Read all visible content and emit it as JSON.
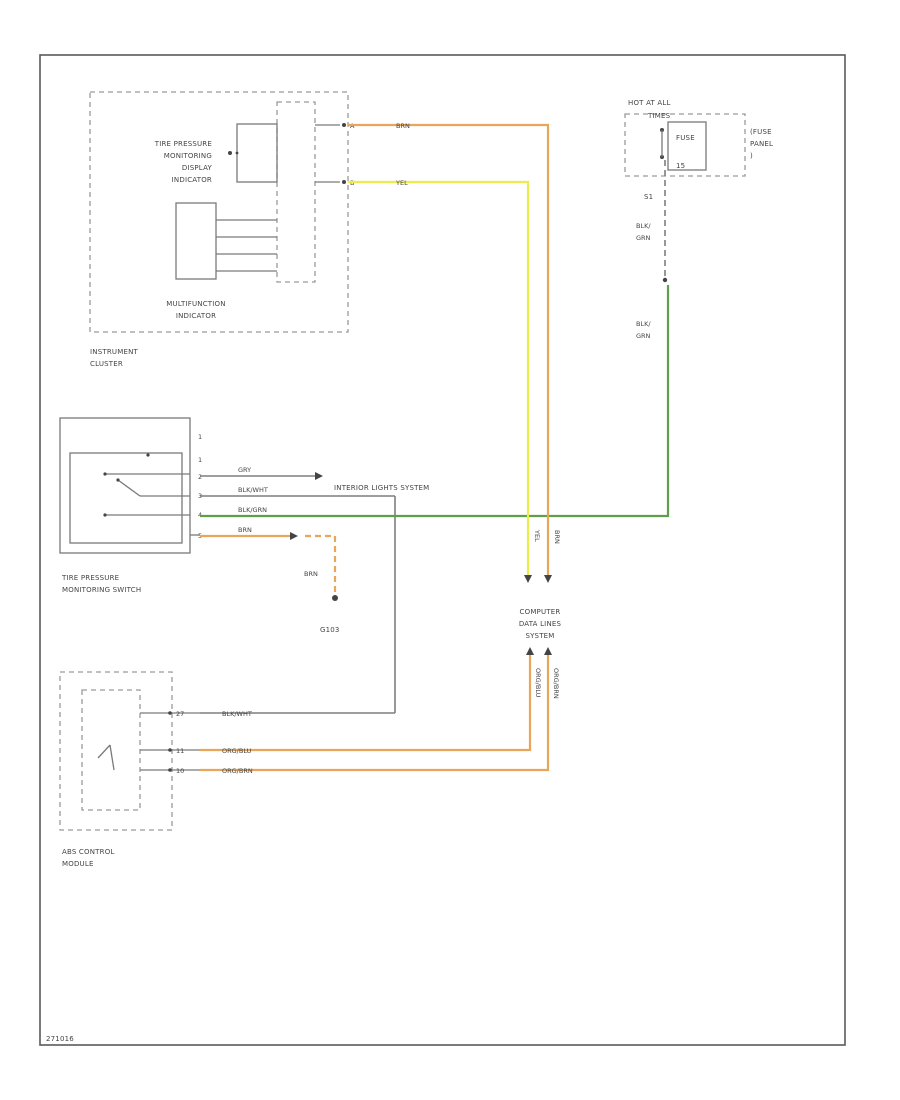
{
  "labels": {
    "tpms_display": [
      "TIRE PRESSURE",
      "MONITORING",
      "DISPLAY",
      "INDICATOR"
    ],
    "multifunction": [
      "MULTIFUNCTION",
      "INDICATOR"
    ],
    "instrument_cluster": [
      "INSTRUMENT",
      "CLUSTER"
    ],
    "hot_at_all": [
      "HOT AT ALL",
      "TIMES"
    ],
    "fuse": "FUSE",
    "fuse_panel": [
      "(FUSE",
      "PANEL",
      ")"
    ],
    "fuse_num": "15",
    "splice_s1": "S1",
    "tpms_switch": [
      "TIRE PRESSURE",
      "MONITORING SWITCH"
    ],
    "interior_lights": "INTERIOR LIGHTS SYSTEM",
    "g103": "G103",
    "data_link": [
      "COMPUTER",
      "DATA LINES",
      "SYSTEM"
    ],
    "abs_module": [
      "ABS CONTROL",
      "MODULE"
    ],
    "figure_code": "271016"
  },
  "pins": {
    "ic_a": "A",
    "ic_b": "B",
    "sw_1": "1",
    "sw_2": "2",
    "sw_3": "3",
    "sw_4": "4",
    "sw_5": "5",
    "abs_27": "27",
    "abs_11": "11",
    "abs_10": "10",
    "sw_ref": "1"
  },
  "wires": {
    "brn_top": "BRN",
    "yel_top": "YEL",
    "blk_grn_1": [
      "BLK/",
      "GRN"
    ],
    "blk_grn_2": [
      "BLK/",
      "GRN"
    ],
    "gry": "GRY",
    "blk_wht": "BLK/WHT",
    "blk_grn_h": "BLK/GRN",
    "brn_sw": "BRN",
    "brn_g": "BRN",
    "yel_v": "YEL",
    "brn_v": "BRN",
    "org_blu_v": "ORG/BLU",
    "org_brn_v": "ORG/BRN",
    "blk_wht_abs": "BLK/WHT",
    "org_blu_abs": "ORG/BLU",
    "org_brn_abs": "ORG/BRN"
  },
  "colors": {
    "orange_wire": "#e8a65a",
    "yellow_wire": "#ecec4a",
    "green_wire": "#5f9e4a",
    "gray_wire": "#7f7f7f"
  }
}
